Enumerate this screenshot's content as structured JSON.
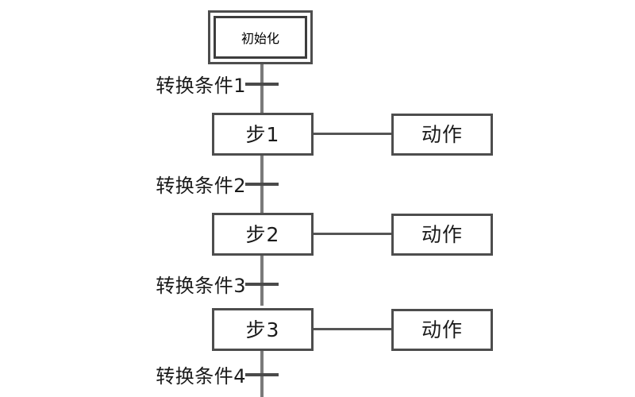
{
  "diagram": {
    "title_text": "初始化",
    "init_block": {
      "label": "初始化"
    },
    "steps": [
      {
        "label": "步1",
        "action": "动作"
      },
      {
        "label": "步2",
        "action": "动作"
      },
      {
        "label": "步3",
        "action": "动作"
      }
    ],
    "transitions": [
      {
        "label": "转换条件1"
      },
      {
        "label": "转换条件2"
      },
      {
        "label": "转换条件3"
      },
      {
        "label": "转换条件4"
      }
    ],
    "colors": {
      "background": "#ffffff",
      "box_border": "#4d4d4d",
      "inner_border": "#3d3d3d",
      "vertical_line": "#7a7a7a",
      "link_line": "#555555",
      "transition_bar": "#4a4a4a",
      "text": "#1a1a1a"
    }
  }
}
